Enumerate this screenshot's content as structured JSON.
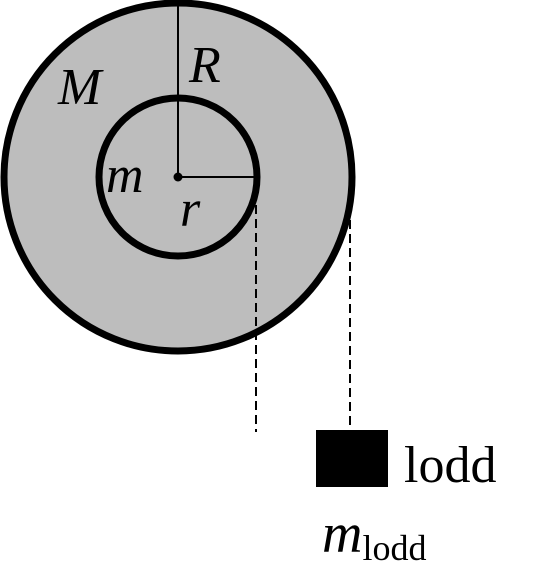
{
  "labels": {
    "outer_mass": "M",
    "outer_radius": "R",
    "inner_mass": "m",
    "inner_radius": "r",
    "load_word": "lodd",
    "load_mass_symbol": "m",
    "load_mass_subscript": "lodd"
  },
  "colors": {
    "disk_fill": "#bdbdbd",
    "stroke": "#000000",
    "load_block": "#000000"
  }
}
